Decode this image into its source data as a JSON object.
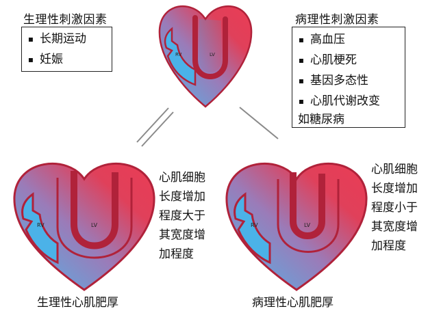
{
  "top_heart": {
    "rv": "RV",
    "lv": "LV"
  },
  "physiological": {
    "title": "生理性刺激因素",
    "items": [
      "长期运动",
      "妊娠"
    ],
    "heart": {
      "rv": "RV",
      "lv": "LV"
    },
    "description": [
      "心肌细胞",
      "长度增加",
      "程度大于",
      "其宽度增",
      "加程度"
    ],
    "caption": "生理性心肌肥厚"
  },
  "pathological": {
    "title": "病理性刺激因素",
    "items": [
      "高血压",
      "心肌梗死",
      "基因多态性",
      "心肌代谢改变"
    ],
    "extra": "如糖尿病",
    "heart": {
      "rv": "RV",
      "lv": "LV"
    },
    "description": [
      "心肌细胞",
      "长度增加",
      "程度小于",
      "其宽度增",
      "加程度"
    ],
    "caption": "病理性心肌肥厚"
  },
  "colors": {
    "heart_red": "#e23a56",
    "heart_blue": "#5ab4e6",
    "outline": "#b0223a",
    "arrow": "#8a8a8a"
  }
}
